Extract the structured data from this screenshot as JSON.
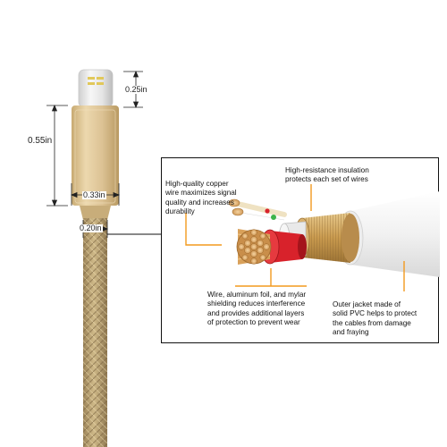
{
  "dimensions": {
    "connector_length": "0.25in",
    "housing_length": "0.55in",
    "housing_width": "0.33in",
    "cable_width": "0.20in"
  },
  "callouts": {
    "copper_wire": "High-quality copper\nwire maximizes signal\nquality and increases\ndurability",
    "insulation": "High-resistance insulation\nprotects each set of wires",
    "shielding": "Wire, aluminum foil, and mylar\nshielding reduces interference\nand provides additional layers\nof protection to prevent wear",
    "outer_jacket": "Outer jacket made of\nsolid PVC helps to protect\nthe cables from damage\nand fraying"
  },
  "colors": {
    "gold_housing": "#d8be8c",
    "braid": "#b9a277",
    "callout_orange": "#f39a1e",
    "copper": "#e6b36a",
    "red_insulation": "#d8222b",
    "white_jacket": "#f4f4f4"
  }
}
